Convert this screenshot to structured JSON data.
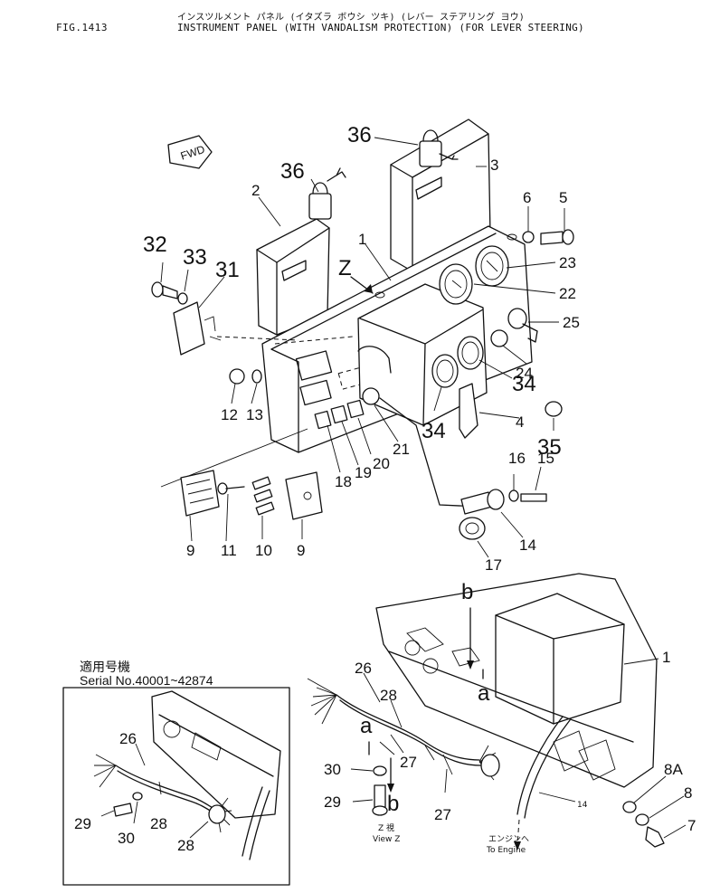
{
  "header": {
    "fig_no": "FIG.1413",
    "title_jp": "インスツルメント パネル (イタズラ ボウシ ツキ) (レバー ステアリング ヨウ)",
    "title_en": "INSTRUMENT PANEL (WITH VANDALISM PROTECTION) (FOR LEVER STEERING)"
  },
  "fwd_tag": "FWD",
  "view_arrow": "Z",
  "view_label": {
    "jp": "Z 視",
    "en": "View Z"
  },
  "engine_label": {
    "jp": "エンジンへ",
    "en": "To Engine"
  },
  "inset": {
    "serial_jp": "適用号機",
    "serial": "Serial No.40001~42874"
  },
  "callouts_main": [
    "36",
    "36",
    "3",
    "2",
    "6",
    "5",
    "1",
    "32",
    "33",
    "31",
    "23",
    "22",
    "25",
    "24",
    "12",
    "13",
    "34",
    "34",
    "35",
    "4",
    "21",
    "20",
    "19",
    "18",
    "16",
    "15",
    "9",
    "11",
    "10",
    "9",
    "14",
    "17"
  ],
  "callouts_view": [
    "b",
    "a",
    "b",
    "26",
    "28",
    "30",
    "29",
    "27",
    "27",
    "1",
    "8A",
    "8",
    "7",
    "14"
  ],
  "callouts_inset": [
    "26",
    "29",
    "30",
    "28",
    "28"
  ]
}
